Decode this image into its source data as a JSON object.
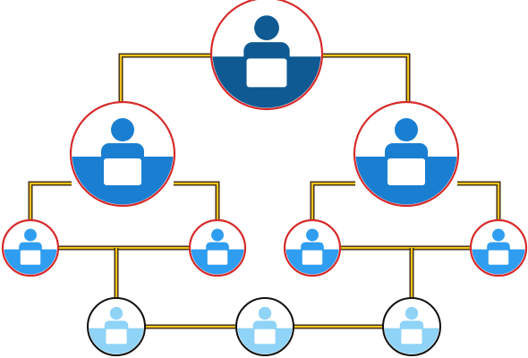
{
  "diagram": {
    "kind": "org-chart",
    "icon": "person-at-desk-icon",
    "colors": {
      "background": "#ffffff",
      "connector_outer": "#3a2a10",
      "connector_inner": "#f3c21e",
      "ring_red": "#d62b2b",
      "ring_black": "#111111",
      "level_1": "#0f5a93",
      "level_2": "#1a7fd1",
      "level_3": "#2f9df0",
      "level_4": "#8fd3f7"
    },
    "nodes": [
      {
        "id": "top",
        "level": 1,
        "ring": "red"
      },
      {
        "id": "mid-left",
        "level": 2,
        "ring": "red"
      },
      {
        "id": "mid-right",
        "level": 2,
        "ring": "red"
      },
      {
        "id": "small-1",
        "level": 3,
        "ring": "red"
      },
      {
        "id": "small-2",
        "level": 3,
        "ring": "red"
      },
      {
        "id": "small-3",
        "level": 3,
        "ring": "red"
      },
      {
        "id": "small-4",
        "level": 3,
        "ring": "red"
      },
      {
        "id": "bottom-1",
        "level": 4,
        "ring": "black"
      },
      {
        "id": "bottom-2",
        "level": 4,
        "ring": "black"
      },
      {
        "id": "bottom-3",
        "level": 4,
        "ring": "black"
      }
    ],
    "links": [
      [
        "top",
        "mid-left"
      ],
      [
        "top",
        "mid-right"
      ],
      [
        "mid-left",
        "small-1"
      ],
      [
        "mid-left",
        "small-2"
      ],
      [
        "mid-right",
        "small-3"
      ],
      [
        "mid-right",
        "small-4"
      ],
      [
        "small-1",
        "small-2"
      ],
      [
        "small-3",
        "small-4"
      ],
      [
        "bottom-1",
        "bottom-2"
      ],
      [
        "bottom-2",
        "bottom-3"
      ],
      [
        "small-1",
        "bottom-1"
      ],
      [
        "small-3",
        "bottom-3"
      ]
    ]
  }
}
